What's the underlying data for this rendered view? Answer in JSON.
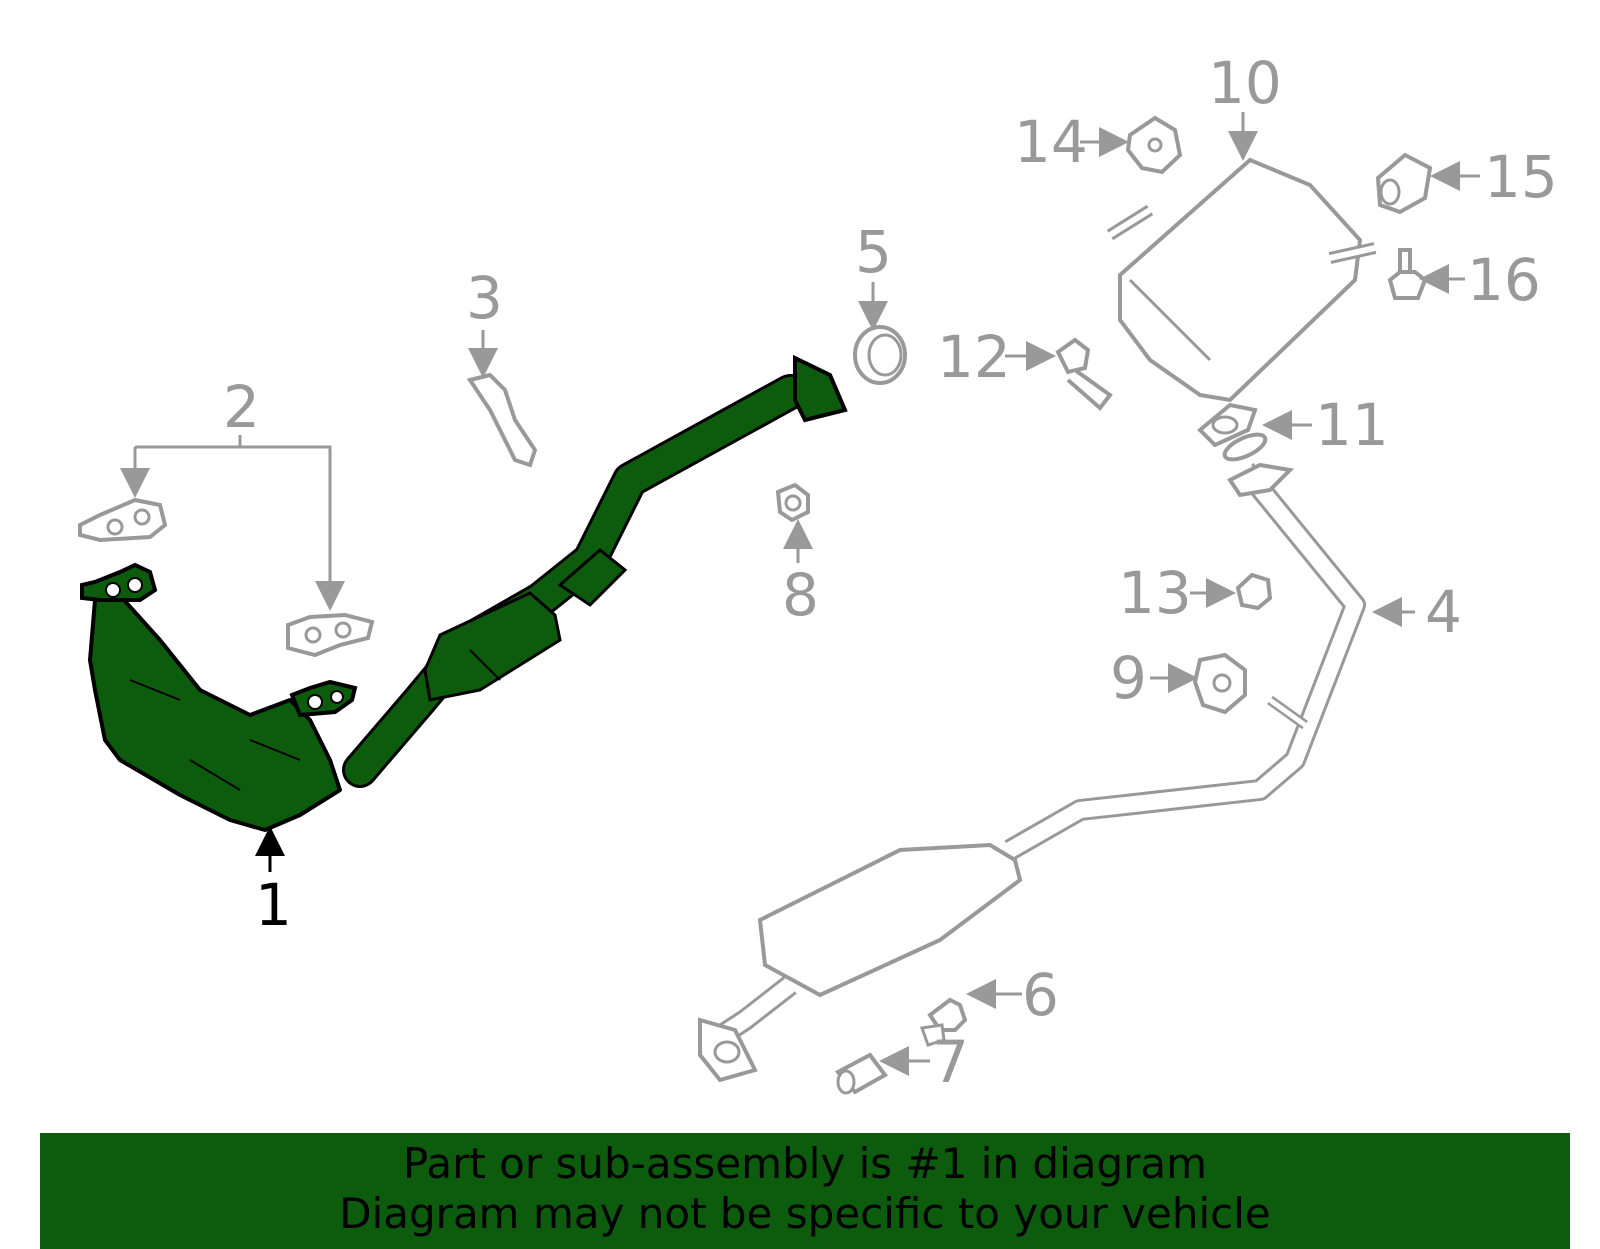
{
  "diagram": {
    "highlighted_part": "1",
    "highlight_color": "#0d5c0d",
    "part_line_color": "#999999",
    "callouts": [
      {
        "id": "1",
        "label": "1"
      },
      {
        "id": "2",
        "label": "2"
      },
      {
        "id": "3",
        "label": "3"
      },
      {
        "id": "4",
        "label": "4"
      },
      {
        "id": "5",
        "label": "5"
      },
      {
        "id": "6",
        "label": "6"
      },
      {
        "id": "7",
        "label": "7"
      },
      {
        "id": "8",
        "label": "8"
      },
      {
        "id": "9",
        "label": "9"
      },
      {
        "id": "10",
        "label": "10"
      },
      {
        "id": "11",
        "label": "11"
      },
      {
        "id": "12",
        "label": "12"
      },
      {
        "id": "13",
        "label": "13"
      },
      {
        "id": "14",
        "label": "14"
      },
      {
        "id": "15",
        "label": "15"
      },
      {
        "id": "16",
        "label": "16"
      }
    ]
  },
  "banner": {
    "line1": "Part or sub-assembly is #1 in diagram",
    "line2": "Diagram may not be specific to your vehicle",
    "background": "#0d5c0d"
  }
}
